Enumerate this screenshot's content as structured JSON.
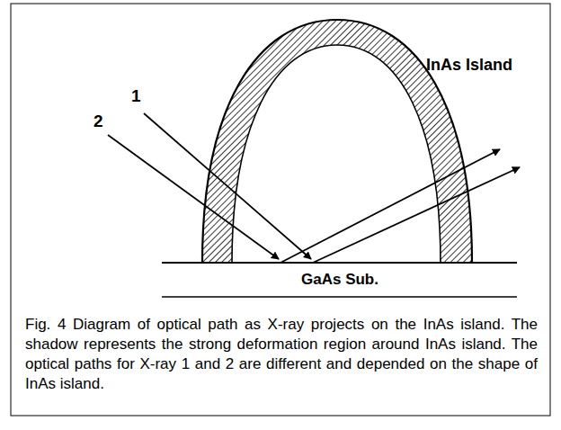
{
  "diagram": {
    "caption": "Fig. 4 Diagram of optical path as X-ray projects on the InAs island. The shadow represents the strong deformation region around InAs island. The optical paths for X-ray 1 and 2 are different and depended on the shape of InAs island.",
    "labels": [
      "1",
      "2",
      "InAs Island",
      "GaAs Sub."
    ]
  }
}
